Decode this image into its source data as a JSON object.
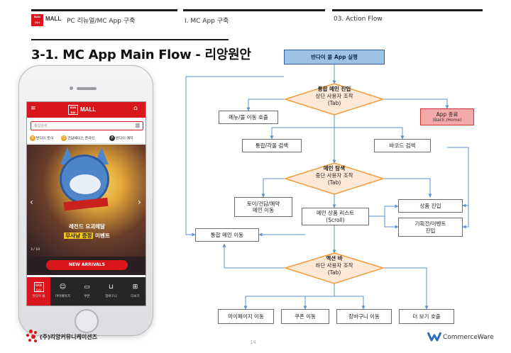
{
  "header": {
    "logo_top": "BAN",
    "logo_bottom": "DAI",
    "mall_label": "MALL",
    "project": "PC 리뉴얼/MC App 구축",
    "section": "I. MC App 구축",
    "subsection": "03. Action Flow"
  },
  "page_title": "3-1. MC App Main Flow - 리앙원안",
  "phone": {
    "app_logo_top": "BAN",
    "app_logo_bottom": "DAI",
    "app_name": "MALL",
    "search_placeholder": "통합검색",
    "categories": [
      "반다이 토이",
      "건담베이스 온라인",
      "반다이 예약"
    ],
    "banner_title": "레전드 요괴메달",
    "banner_sub_highlight": "무사냥 증정",
    "banner_sub_rest": "이벤트",
    "banner_page": "3 / 10",
    "arrivals_button": "NEW ARRIVALS",
    "tabs": [
      "반다이 몰",
      "마이페이지",
      "쿠폰",
      "장바구니",
      "더보기"
    ],
    "colors": {
      "brand": "#d9161b",
      "tabbar": "#262626"
    }
  },
  "flow": {
    "start": "반다이 몰 App 실행",
    "d1_title": "통합 메인 진입",
    "d1_line2": "상단 사용자 조작",
    "d1_line3": "(Tab)",
    "menu_move": "메뉴/몰 이동 호출",
    "app_end": "App 종료",
    "app_end_sub": "(Back /Home)",
    "search": "통합/각몰 검색",
    "barcode": "바코드 검색",
    "d2_title": "메인 탐색",
    "d2_line2": "중단 사용자 조작",
    "d2_line3": "(Tab)",
    "toy_move_1": "토이/건담/예약",
    "toy_move_2": "메인 이동",
    "product_list_1": "메인 상품 리스트",
    "product_list_2": "(Scroll)",
    "product_enter": "상품 진입",
    "event_1": "기획전/이벤트",
    "event_2": "진입",
    "main_move": "통합 메인 이동",
    "d3_title": "액션 바",
    "d3_line2": "하단 사용자 조작",
    "d3_line3": "(Tab)",
    "mypage": "마이페이지 이동",
    "coupon": "쿠폰 이동",
    "cart": "장바구니 이동",
    "more": "더 보기 호출",
    "colors": {
      "start_fill": "#9cc3e6",
      "diamond_fill": "#fde9d5",
      "diamond_stroke": "#f29b3a",
      "end_fill": "#f4aaaa",
      "arrow": "#5b8fd0"
    }
  },
  "footer": {
    "company": "(주)리앙커뮤니케이션즈",
    "page_number": "14",
    "partner": "CommerceWare"
  }
}
